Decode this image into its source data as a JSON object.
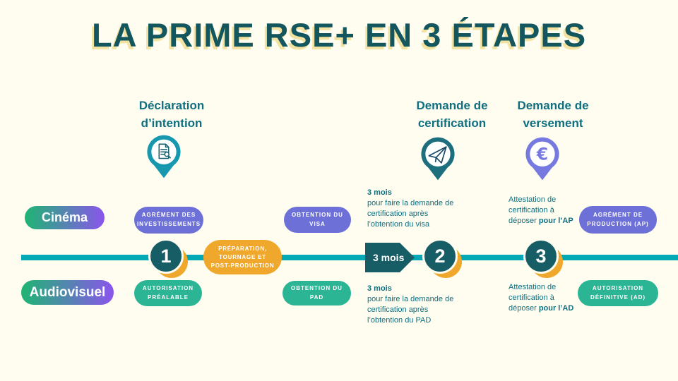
{
  "title": "LA PRIME RSE+ EN 3 ÉTAPES",
  "colors": {
    "background": "#FFFDF0",
    "title_teal": "#14565E",
    "title_shadow_yellow": "#F3E3A2",
    "header_teal": "#0F6F80",
    "timeline_teal": "#00A9B5",
    "dark_teal": "#175D66",
    "yellow": "#F0A82C",
    "purple_pill": "#6D70D7",
    "green_pill": "#2BB594",
    "pin1_teal": "#1898AE",
    "pin2_teal": "#1D6F7E",
    "pin3_purple": "#7679DF",
    "label_gradient_start": "#1FB573",
    "label_gradient_end": "#8A55EC"
  },
  "steps": [
    {
      "label": "Déclaration d’intention",
      "icon": "document-search-icon"
    },
    {
      "label": "Demande de certification",
      "icon": "paper-plane-icon"
    },
    {
      "label": "Demande de versement",
      "icon": "euro-icon"
    }
  ],
  "timeline": {
    "numbers": [
      "1",
      "2",
      "3"
    ],
    "phase_label": "PRÉPARATION, TOURNAGE ET POST-PRODUCTION",
    "arrow_label": "3 mois"
  },
  "rows": {
    "cinema": {
      "label": "Cinéma",
      "pill_step1": "AGRÉMENT DES INVESTISSEMENTS",
      "pill_mid": "OBTENTION DU VISA",
      "pill_step3": "AGRÉMENT DE PRODUCTION (AP)",
      "note_bold": "3 mois",
      "note_rest": "pour faire la demande de certification après l’obtention du visa",
      "attestation_text": "Attestation de certification à déposer ",
      "attestation_bold": "pour l’AP"
    },
    "audiovisuel": {
      "label": "Audiovisuel",
      "pill_step1": "AUTORISATION PRÉALABLE",
      "pill_mid": "OBTENTION DU PAD",
      "pill_step3": "AUTORISATION DÉFINITIVE (AD)",
      "note_bold": "3 mois",
      "note_rest": "pour faire la demande de certification après l’obtention du PAD",
      "attestation_text": "Attestation de certification à déposer ",
      "attestation_bold": "pour l’AD"
    }
  }
}
